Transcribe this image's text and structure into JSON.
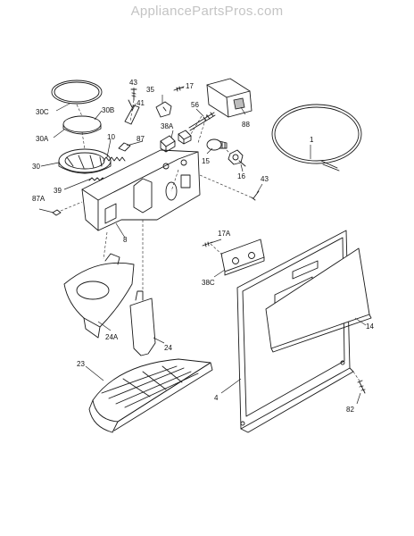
{
  "watermark": "AppliancePartsPros.com",
  "callouts": {
    "c1": "1",
    "c4": "4",
    "c8": "8",
    "c10": "10",
    "c14": "14",
    "c15": "15",
    "c16": "16",
    "c17": "17",
    "c17a": "17A",
    "c23": "23",
    "c24": "24",
    "c24a": "24A",
    "c30": "30",
    "c30a": "30A",
    "c30b": "30B",
    "c30c": "30C",
    "c35": "35",
    "c38a": "38A",
    "c38c": "38C",
    "c39": "39",
    "c41": "41",
    "c43a": "43",
    "c43b": "43",
    "c56": "56",
    "c82": "82",
    "c87": "87",
    "c87a": "87A",
    "c88": "88"
  }
}
